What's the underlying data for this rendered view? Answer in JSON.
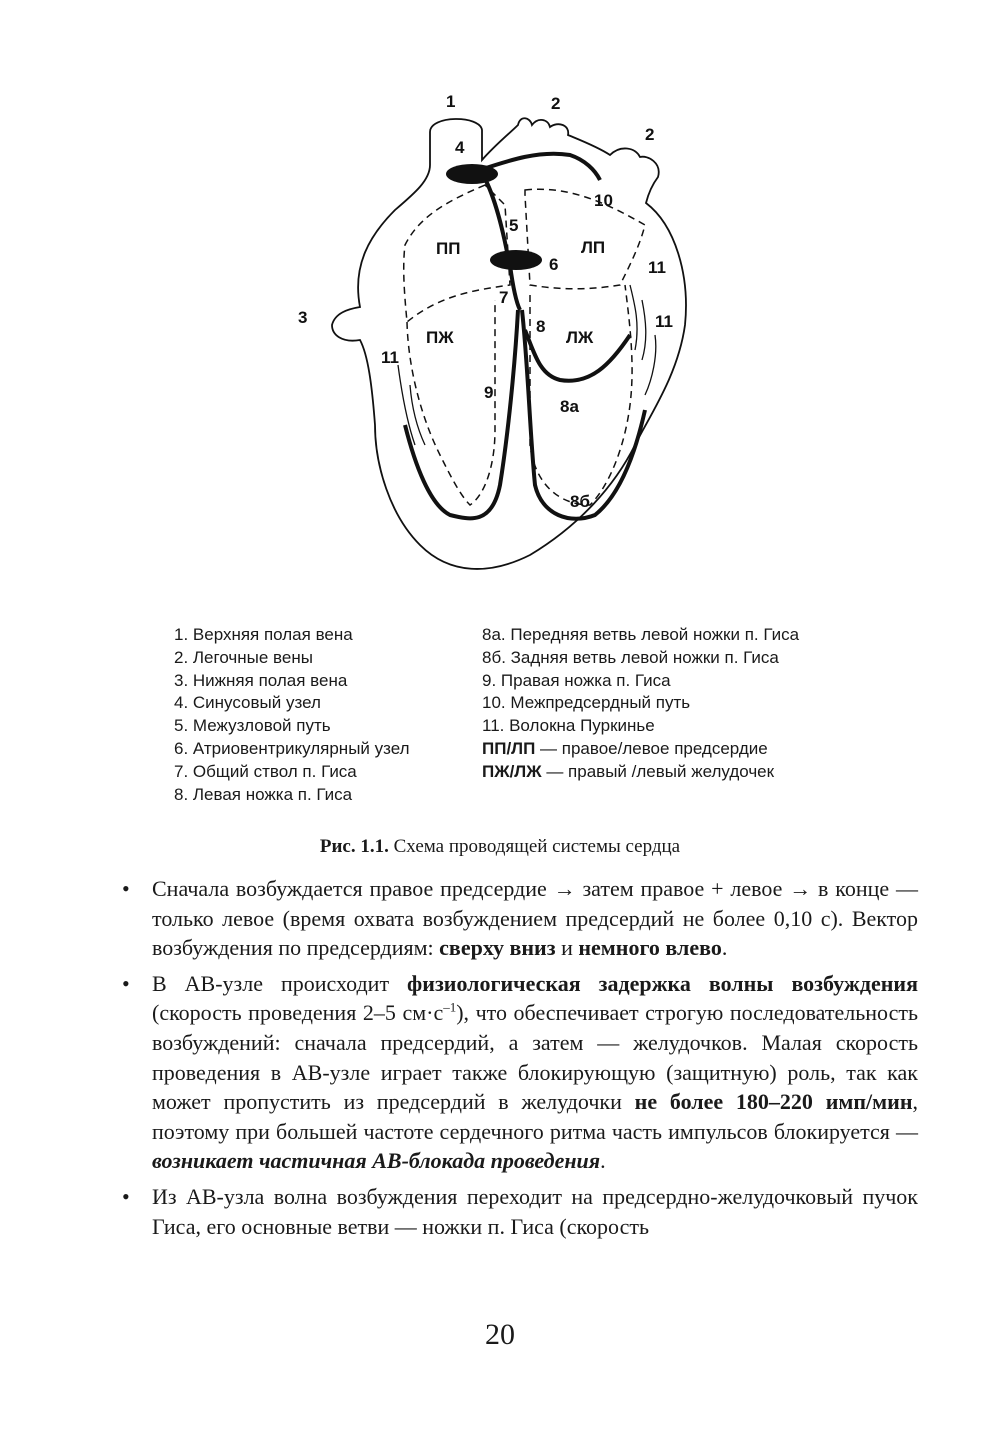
{
  "figure": {
    "labels": {
      "l1": "1",
      "l2a": "2",
      "l2b": "2",
      "l3": "3",
      "l4": "4",
      "l5": "5",
      "l6": "6",
      "l7": "7",
      "l8": "8",
      "l8a": "8а",
      "l8b": "8б",
      "l9": "9",
      "l10": "10",
      "l11a": "11",
      "l11b": "11",
      "l11c": "11",
      "pp": "ПП",
      "lp": "ЛП",
      "pzh": "ПЖ",
      "lzh": "ЛЖ"
    }
  },
  "legend": {
    "left": [
      "1. Верхняя полая вена",
      "2. Легочные вены",
      "3. Нижняя полая вена",
      "4. Синусовый узел",
      "5. Межузловой путь",
      "6. Атриовентрикулярный узел",
      "7. Общий ствол п. Гиса",
      "8. Левая ножка п. Гиса"
    ],
    "right": [
      "8а. Передняя ветвь левой ножки п. Гиса",
      "8б. Задняя ветвь левой ножки п. Гиса",
      "9. Правая ножка п. Гиса",
      "10. Межпредсердный путь",
      "11. Волокна Пуркинье"
    ],
    "right_bold": [
      {
        "term": "ПП/ЛП",
        "text": " — правое/левое предсердие"
      },
      {
        "term": "ПЖ/ЛЖ",
        "text": " — правый /левый желудочек"
      }
    ]
  },
  "caption": {
    "label": "Рис. 1.1.",
    "text": " Схема проводящей системы сердца"
  },
  "bullets": [
    [
      {
        "t": "Сначала возбуждается правое предсердие → затем правое + левое → в конце — только левое (время охвата возбуждением предсердий не более 0,10 с). Вектор возбуждения по предсердиям: "
      },
      {
        "t": "сверху вниз",
        "s": "b"
      },
      {
        "t": " и "
      },
      {
        "t": "немного влево",
        "s": "b"
      },
      {
        "t": "."
      }
    ],
    [
      {
        "t": "В АВ-узле происходит "
      },
      {
        "t": "физиологическая задержка волны возбуждения",
        "s": "b"
      },
      {
        "t": " (скорость проведения 2–5 см·с"
      },
      {
        "t": "–1",
        "s": "sup"
      },
      {
        "t": "), что обеспечивает строгую последовательность возбуждений: сначала предсердий, а затем — желудочков. Малая скорость проведения в АВ-узле играет также блокирующую (защитную) роль, так как может пропустить из предсердий в желудочки "
      },
      {
        "t": "не более 180–220 имп/мин",
        "s": "b"
      },
      {
        "t": ", поэтому при большей частоте сердечного ритма часть импульсов блокируется — "
      },
      {
        "t": "возникает частичная АВ-блокада проведения",
        "s": "bi"
      },
      {
        "t": "."
      }
    ],
    [
      {
        "t": "Из АВ-узла волна возбуждения переходит на предсердно-желудочковый пучок Гиса, его основные ветви — ножки п. Гиса (скорость"
      }
    ]
  ],
  "page_number": "20"
}
